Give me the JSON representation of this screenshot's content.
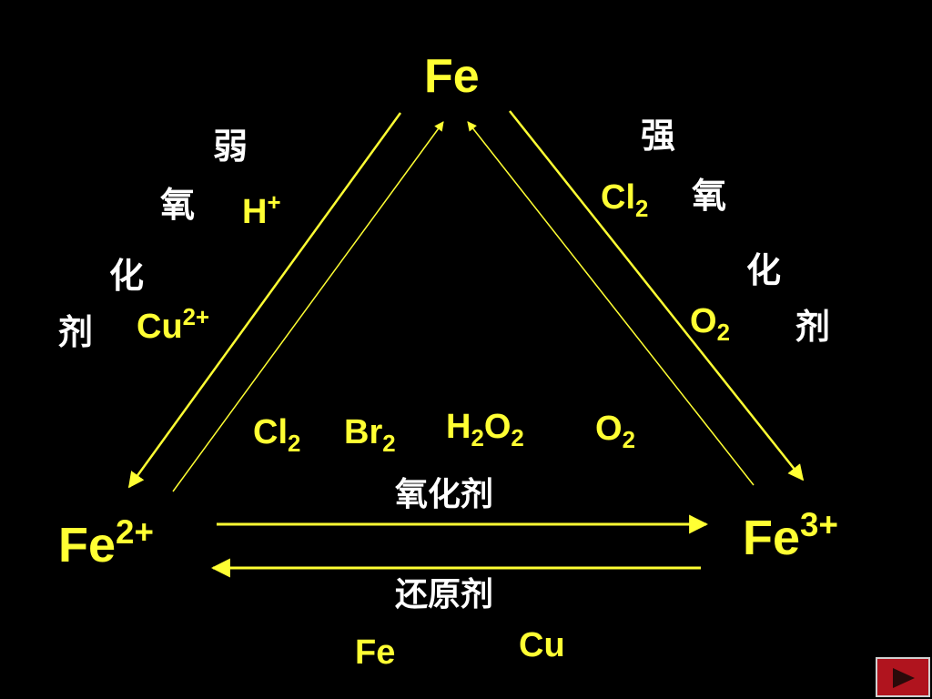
{
  "nodes": {
    "fe": "Fe",
    "fe2_base": "Fe",
    "fe2_charge": "2+",
    "fe3_base": "Fe",
    "fe3_charge": "3+"
  },
  "left_side": {
    "weak_chars": [
      "弱",
      "氧",
      "化",
      "剂"
    ],
    "reagent_h": "H",
    "reagent_h_charge": "+",
    "reagent_cu": "Cu",
    "reagent_cu_charge": "2+"
  },
  "right_side": {
    "strong_chars": [
      "强",
      "氧",
      "化",
      "剂"
    ],
    "reagent_cl": "Cl",
    "reagent_cl_sub": "2",
    "reagent_o": "O",
    "reagent_o_sub": "2"
  },
  "bottom": {
    "oxidants": [
      {
        "base": "Cl",
        "sub": "2"
      },
      {
        "base": "Br",
        "sub": "2"
      },
      {
        "base": "H",
        "sub": "2",
        "base2": "O",
        "sub2": "2"
      },
      {
        "base": "O",
        "sub": "2"
      }
    ],
    "oxidant_label": "氧化剂",
    "reductant_label": "还原剂",
    "reductants": [
      "Fe",
      "Cu"
    ]
  },
  "colors": {
    "background": "#000000",
    "accent": "#ffff33",
    "text_white": "#ffffff",
    "nav_button": "#b0141e"
  },
  "nav": {
    "next_icon": "play-triangle-icon"
  }
}
